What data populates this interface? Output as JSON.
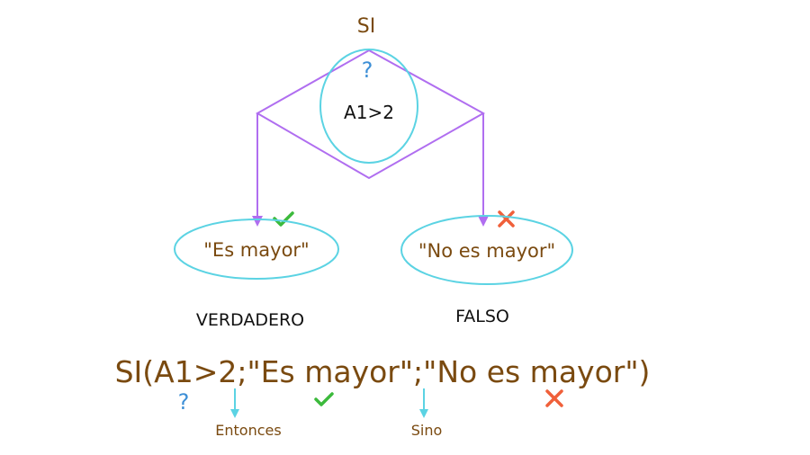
{
  "diagram": {
    "title": "SI",
    "condition_mark": "?",
    "condition": "A1>2",
    "true_value": "\"Es mayor\"",
    "false_value": "\"No es mayor\"",
    "true_label": "VERDADERO",
    "false_label": "FALSO"
  },
  "formula": {
    "text": "SI(A1>2;\"Es mayor\";\"No es mayor\")",
    "question_mark": "?",
    "then_label": "Entonces",
    "else_label": "Sino"
  },
  "icons": {
    "check": "check-icon",
    "cross": "cross-icon"
  },
  "colors": {
    "brown_text": "#7a4a10",
    "cyan": "#5bd3e3",
    "purple": "#b06ef0",
    "blue_question": "#3d8fd6",
    "green_check": "#3cba3c",
    "red_cross": "#f0603a",
    "black_text": "#111111"
  }
}
